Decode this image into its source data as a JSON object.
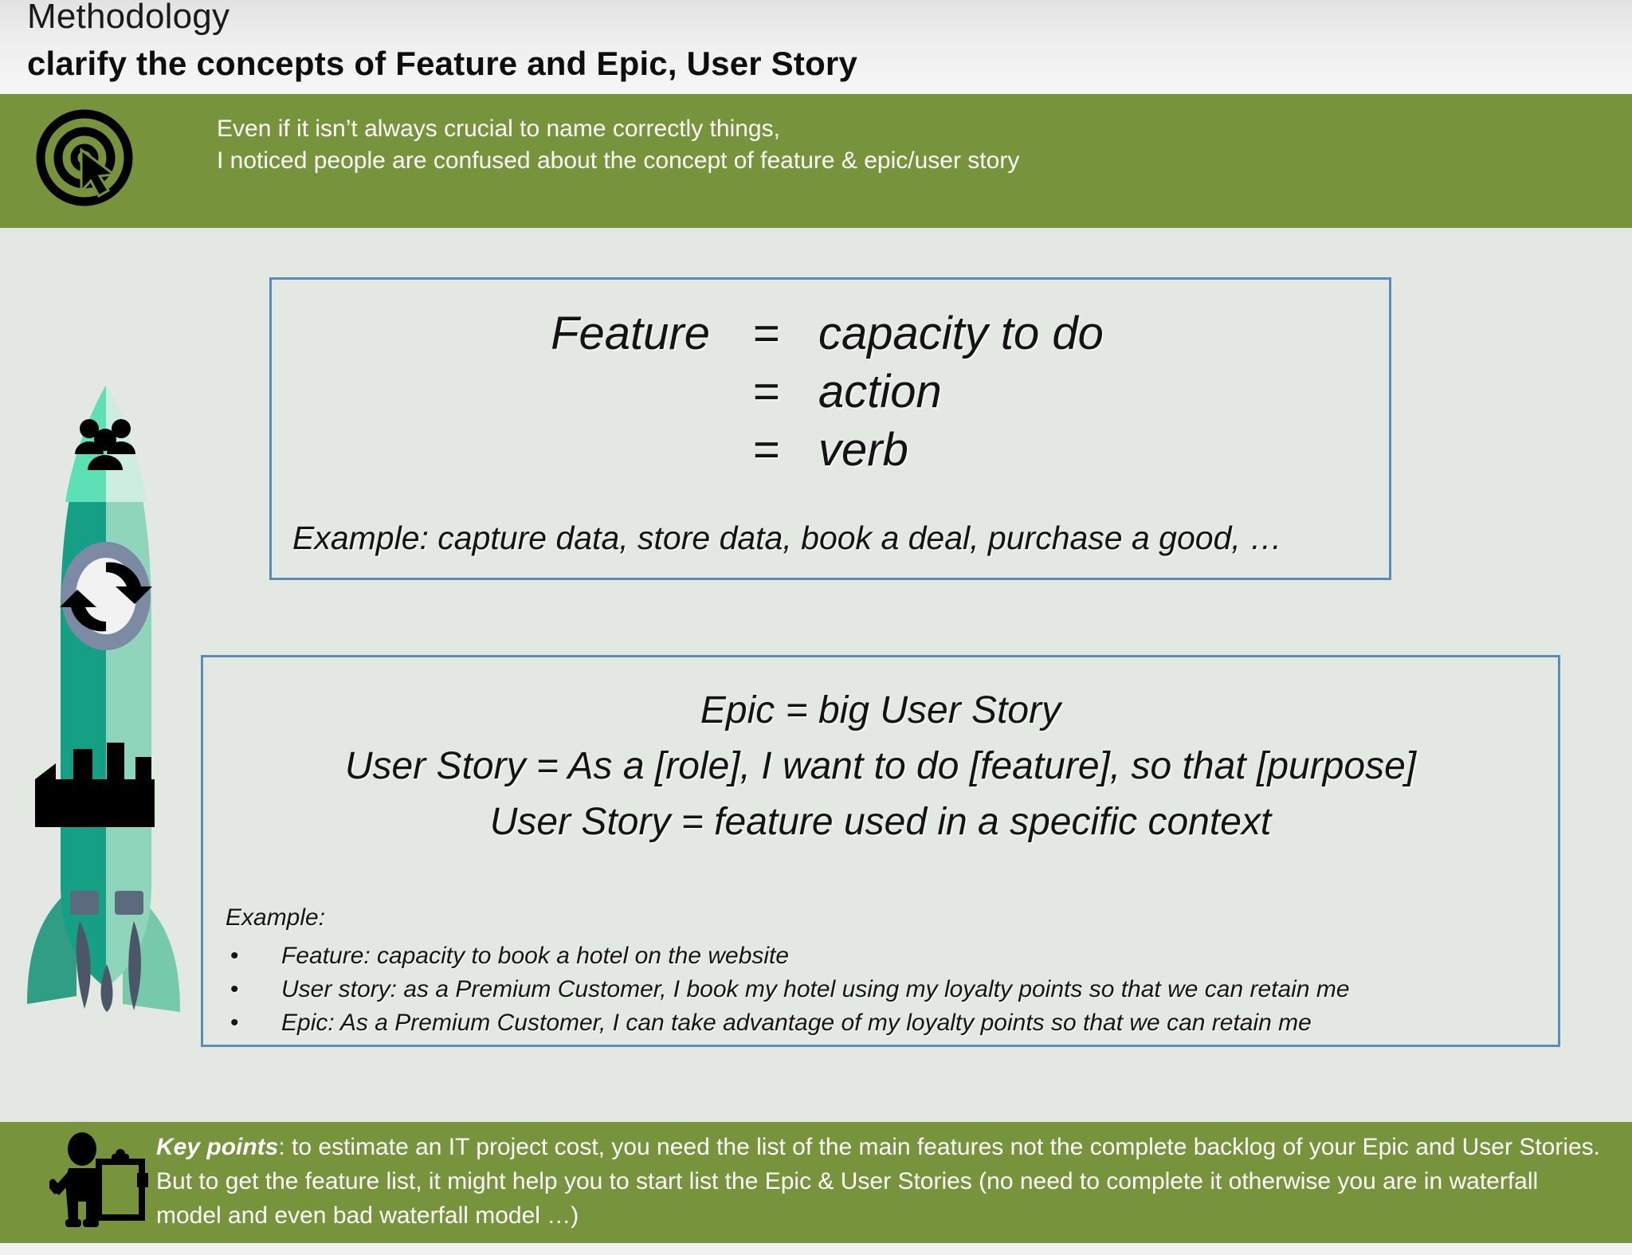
{
  "title": {
    "line1": "Methodology",
    "line2": "clarify the concepts of Feature and Epic, User Story"
  },
  "intro_banner": {
    "icon": "target-cursor-icon",
    "line1": "Even if it isn’t always crucial to name correctly things,",
    "line2": "I noticed people are confused about the concept of feature & epic/user story"
  },
  "illustration": {
    "name": "rocket-illustration",
    "badges": [
      "people-icon",
      "sync-refresh-icon",
      "factory-icon"
    ],
    "colors": {
      "body_left": "#15A085",
      "body_right": "#8FD5BC",
      "nose_left": "#5EE0B6",
      "nose_right": "#CDEDE0",
      "fin_left": "#2F9E84",
      "fin_right": "#77C9AB",
      "flame": "#4B5768"
    }
  },
  "feature_box": {
    "rows": [
      {
        "term": "Feature",
        "sign": "=",
        "value": "capacity to do"
      },
      {
        "term": "",
        "sign": "=",
        "value": "action"
      },
      {
        "term": "",
        "sign": "=",
        "value": "verb"
      }
    ],
    "example": "Example: capture data, store data, book a deal, purchase a good, …"
  },
  "epic_box": {
    "lines": [
      "Epic = big User Story",
      "User Story = As a [role], I want to do [feature], so that [purpose]",
      "User Story = feature used in a specific context"
    ],
    "example_label": "Example:",
    "bullets": [
      "Feature: capacity to book a hotel on the website",
      "User story: as a Premium Customer, I book my hotel using my loyalty points so that we can retain me",
      "Epic:  As a Premium Customer, I can take advantage of my loyalty points so that we can retain me"
    ],
    "bullet_glyph": "•"
  },
  "key_points_banner": {
    "icon": "person-clipboard-icon",
    "label": "Key points",
    "line1_rest": ": to estimate an IT project cost, you need the list of the main features not the complete backlog of your Epic and User Stories.",
    "line2": "But to get the feature list, it might help you to start list the Epic & User Stories (no need to complete it otherwise you are in waterfall",
    "line3": "model and even bad waterfall model …)"
  },
  "colors": {
    "band_green": "#77933C",
    "slide_background": "#E3E9E2",
    "box_border": "#5B8CB8",
    "banner_text": "#FFFFFF",
    "body_text": "#131313"
  }
}
